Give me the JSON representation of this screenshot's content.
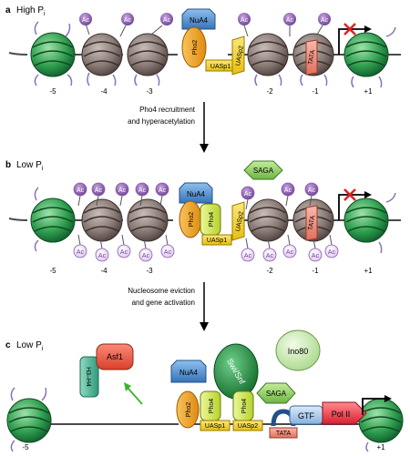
{
  "panels": {
    "a": {
      "letter": "a",
      "condition": "High P",
      "subscript": "i"
    },
    "b": {
      "letter": "b",
      "condition": "Low P",
      "subscript": "i"
    },
    "c": {
      "letter": "c",
      "condition": "Low P",
      "subscript": "i"
    }
  },
  "transitions": {
    "first": [
      "Pho4 recruitment",
      "and hyperacetylation"
    ],
    "second": [
      "Nucleosome eviction",
      "and gene activation"
    ]
  },
  "positions": {
    "a": [
      "-5",
      "-4",
      "-3",
      "-2",
      "-1",
      "+1"
    ],
    "b": [
      "-5",
      "-4",
      "-3",
      "-2",
      "-1",
      "+1"
    ],
    "c": [
      "-5",
      "+1"
    ]
  },
  "acetyl_mark": "Ac",
  "factors": {
    "nua4": "NuA4",
    "pho2": "Pho2",
    "pho4": "Pho4",
    "uasp1": "UASp1",
    "uasp2": "UASp2",
    "tata": "TATA",
    "saga": "SAGA",
    "asf1": "Asf1",
    "h3h4": "H3–H4",
    "swisnf": "Swi/Snf",
    "ino80": "Ino80",
    "gtf": "GTF",
    "pol2": "Pol II"
  },
  "colors": {
    "acetyl": "#8a5fb0",
    "acetyl_light": "#e9d8f2",
    "nucleosome_grey": "#8a7a75",
    "nucleosome_green": "#2e9e4f",
    "nua4": "#4f8fd0",
    "pho2": "#f0a020",
    "pho4": "#c6df3a",
    "uas": "#f3d21c",
    "tata": "#f08a7a",
    "saga": "#8cc96b",
    "asf1": "#e8553d",
    "h3h4": "#4fb59a",
    "swisnf": "#1f8a3a",
    "ino80": "#c8e6a8",
    "gtf": "#a9c9ea",
    "pol2": "#e83a4a",
    "repression_mark": "#e02020"
  }
}
